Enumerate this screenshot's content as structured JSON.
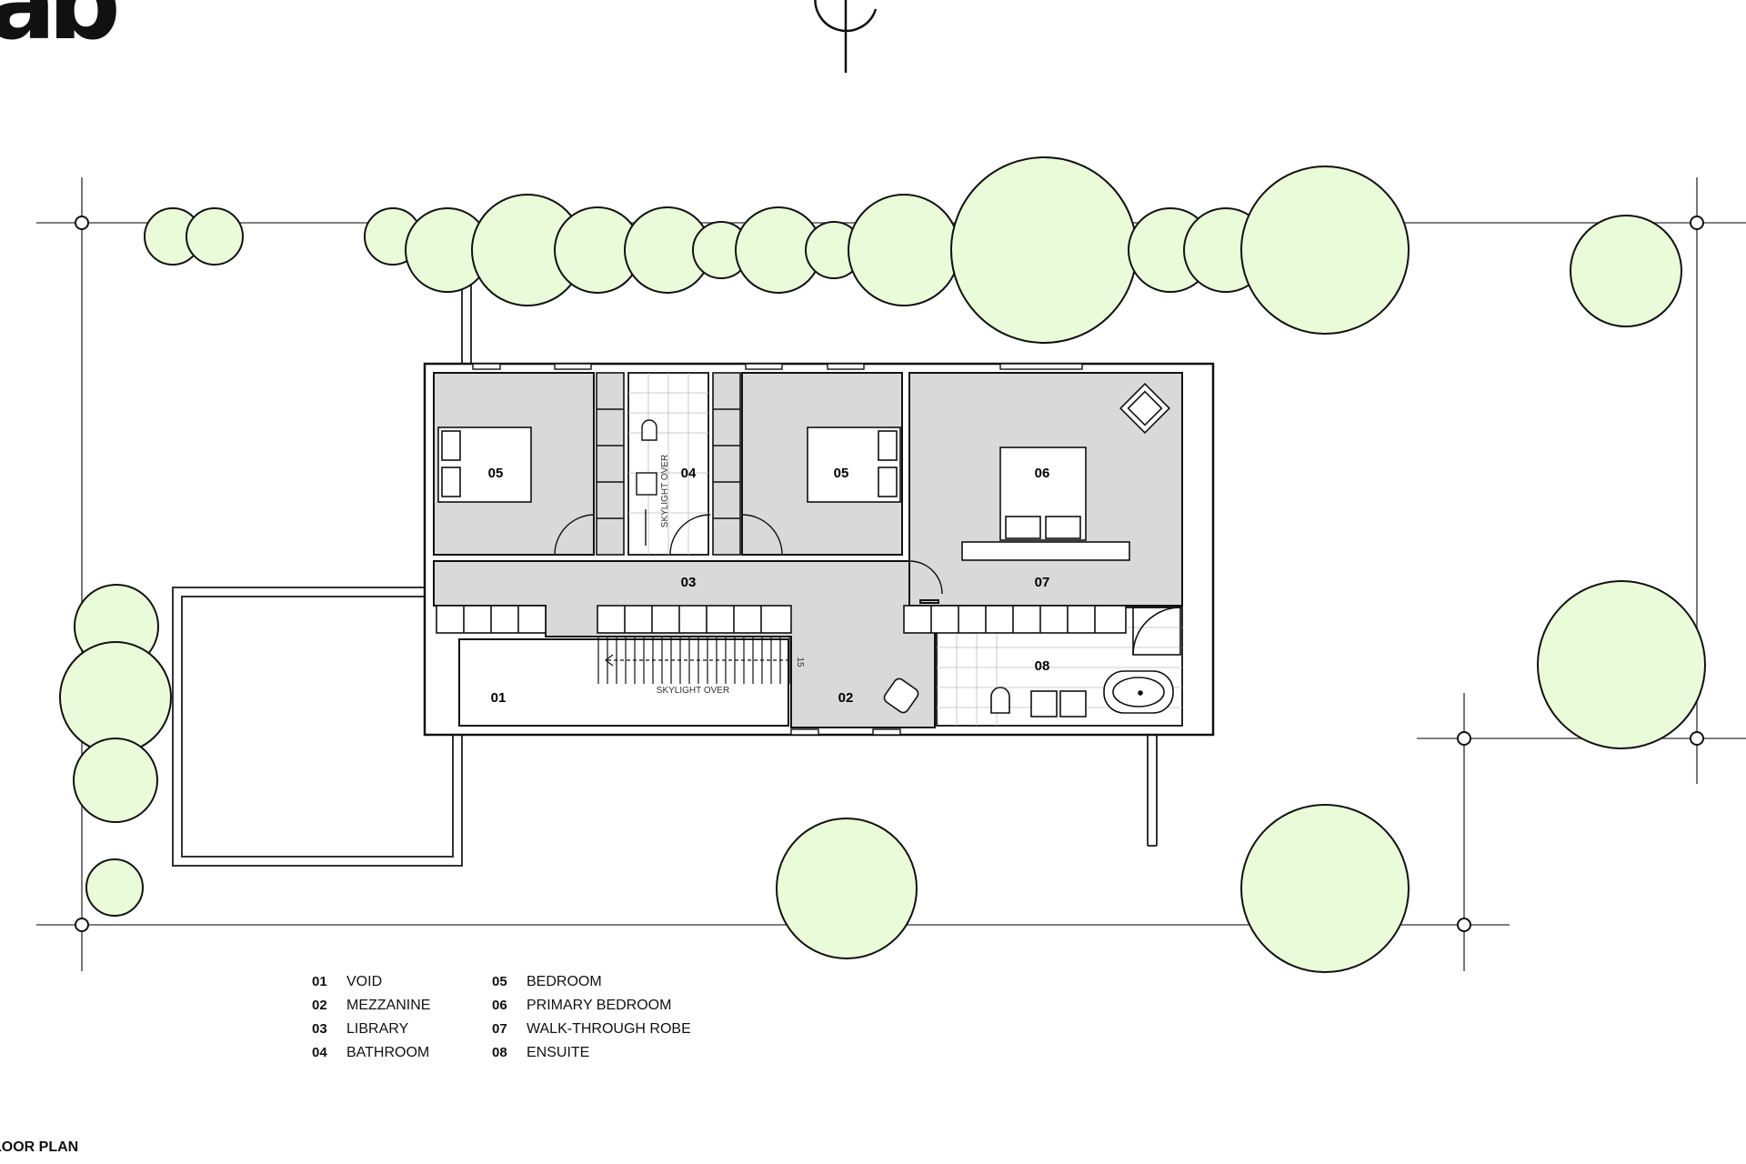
{
  "logo": {
    "text": "ab"
  },
  "plan": {
    "caption": "LOOR PLAN",
    "room_labels": {
      "r01": "01",
      "r02": "02",
      "r03": "03",
      "r04": "04",
      "r05a": "05",
      "r05b": "05",
      "r06": "06",
      "r07": "07",
      "r08": "08"
    },
    "skylight_stair": "SKYLIGHT OVER",
    "skylight_bath": "SKYLIGHT OVER",
    "stair_mark": "15"
  },
  "legend": {
    "items": [
      {
        "num": "01",
        "name": "VOID"
      },
      {
        "num": "05",
        "name": "BEDROOM"
      },
      {
        "num": "02",
        "name": "MEZZANINE"
      },
      {
        "num": "06",
        "name": "PRIMARY BEDROOM"
      },
      {
        "num": "03",
        "name": "LIBRARY"
      },
      {
        "num": "07",
        "name": "WALK-THROUGH ROBE"
      },
      {
        "num": "04",
        "name": "BATHROOM"
      },
      {
        "num": "08",
        "name": "ENSUITE"
      }
    ]
  },
  "colors": {
    "tree_fill": "#eafbd9",
    "floor_fill": "#d9d9d9",
    "line": "#111111",
    "wet_area": "#ffffff"
  }
}
